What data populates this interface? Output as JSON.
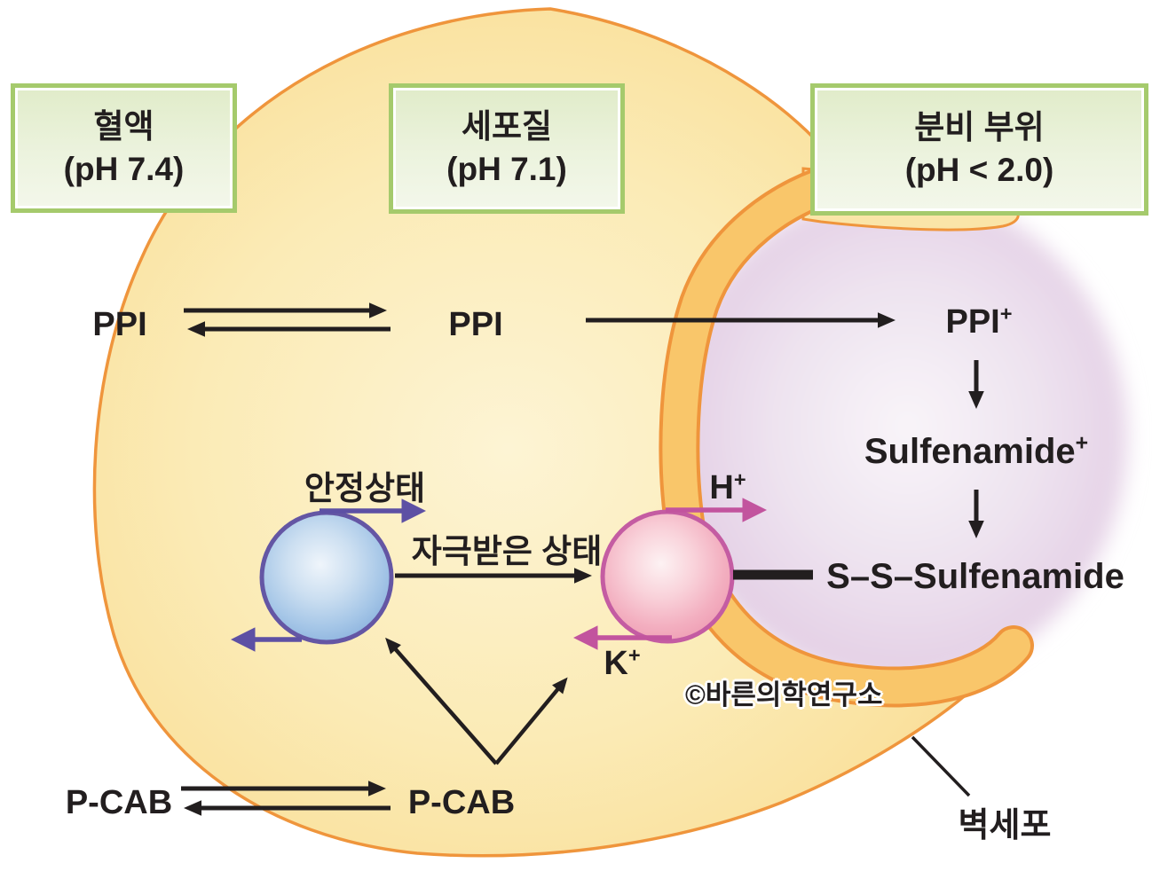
{
  "regions": {
    "blood": {
      "title": "혈액",
      "ph": "(pH 7.4)"
    },
    "cytoplasm": {
      "title": "세포질",
      "ph": "(pH 7.1)"
    },
    "secretory": {
      "title": "분비 부위",
      "ph": "(pH < 2.0)"
    }
  },
  "labels": {
    "ppi_blood": "PPI",
    "ppi_cytoplasm": "PPI",
    "ppi_activated_base": "PPI",
    "sulfenamide_base": "Sulfenamide",
    "plus": "+",
    "ss_sulfenamide": "S–S–Sulfenamide",
    "resting_state": "안정상태",
    "stimulated_state": "자극받은 상태",
    "h_ion_base": "H",
    "k_ion_base": "K",
    "pcab_blood": "P-CAB",
    "pcab_cytoplasm": "P-CAB",
    "watermark": "©바른의학연구소",
    "parietal_cell": "벽세포"
  },
  "colors": {
    "cell_border": "#EF953C",
    "cell_fill": "#FBEBB6",
    "membrane_band": "#F9C66A",
    "secretory_area": "#E2CCE3",
    "box_border": "#A5CA6C",
    "box_fill": "#E2EDCB",
    "pump_resting_fill": "#93B9E2",
    "pump_resting_border": "#6456A4",
    "pump_stimulated_fill": "#EE9CB3",
    "pump_stimulated_border": "#C45CA2",
    "arrow_purple": "#5D50A4",
    "arrow_magenta": "#C2549E",
    "arrow_black": "#221E1F",
    "text": "#221E1F"
  }
}
